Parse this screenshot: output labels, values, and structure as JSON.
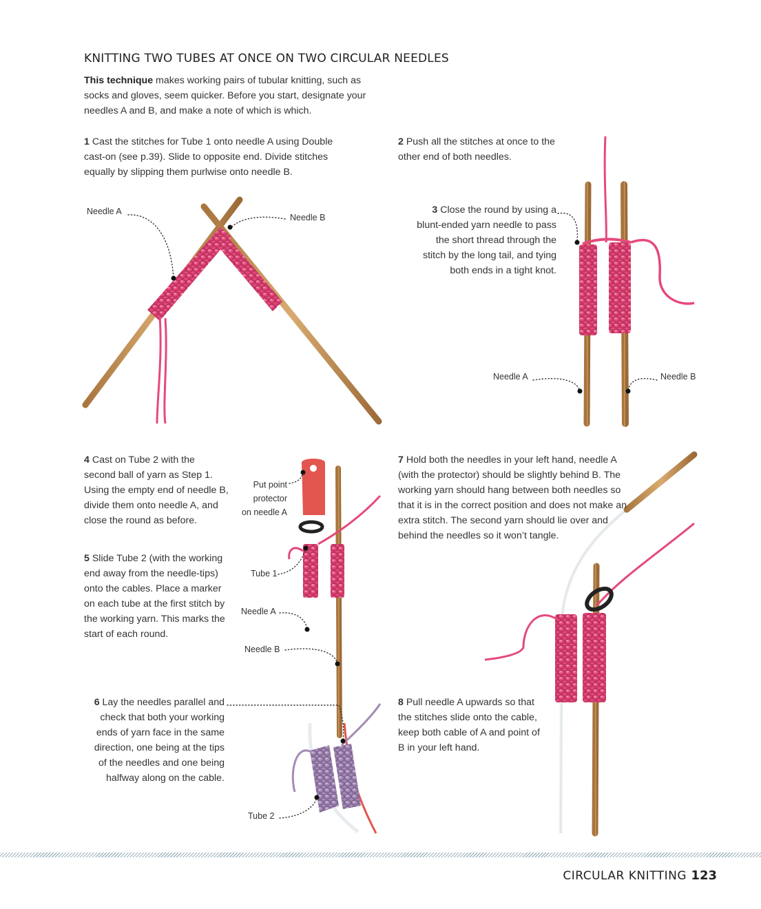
{
  "title": "KNITTING TWO TUBES AT ONCE ON TWO CIRCULAR NEEDLES",
  "intro": {
    "bold": "This technique",
    "text": " makes working pairs of tubular knitting, such as socks and gloves, seem quicker. Before you start, designate your needles A and B, and make a note of which is which."
  },
  "steps": [
    {
      "num": "1",
      "text": " Cast the stitches for Tube 1 onto needle A using Double cast-on (see p.39). Slide to opposite end. Divide stitches equally by slipping them purlwise onto needle B."
    },
    {
      "num": "2",
      "text": " Push all the stitches at once to the other end of both needles."
    },
    {
      "num": "3",
      "text": " Close the round by using a blunt-ended yarn needle to pass the short thread through the stitch by the long tail, and tying both ends in a tight knot."
    },
    {
      "num": "4",
      "text": " Cast on Tube 2 with the second ball of yarn as Step 1. Using the empty end of needle B, divide them onto needle A, and close the round as before."
    },
    {
      "num": "5",
      "text": " Slide Tube 2 (with the working end away from the needle-tips) onto the cables. Place a marker on each tube at the first stitch by the working yarn. This marks the start of each round."
    },
    {
      "num": "6",
      "text": " Lay the needles parallel and check that both your working ends of yarn face in the same direction, one being at the tips of the needles and one being halfway along on the cable."
    },
    {
      "num": "7",
      "text": " Hold both the needles in your left hand, needle A (with the protector) should be slightly behind B. The working yarn should hang between both needles so that it is in the correct position and does not make an extra stitch. The second yarn should lie over and behind the needles so it won’t tangle."
    },
    {
      "num": "8",
      "text": " Pull needle A upwards so that the stitches slide onto the cable, keep both cable of A and point of B in your left hand."
    }
  ],
  "labels": {
    "needle_a": "Needle A",
    "needle_b": "Needle B",
    "protector": [
      "Put point",
      "protector",
      "on needle A"
    ],
    "tube1": "Tube 1",
    "tube2": "Tube 2"
  },
  "footer": {
    "section": "CIRCULAR KNITTING",
    "page": "123"
  },
  "colors": {
    "yarn_pink": "#e5497a",
    "yarn_lilac": "#a58ab5",
    "needle_wood": "#c8965a",
    "protector_red": "#e2564f",
    "cable_white": "#e8ecef",
    "stripe": "#9fb3bf"
  }
}
